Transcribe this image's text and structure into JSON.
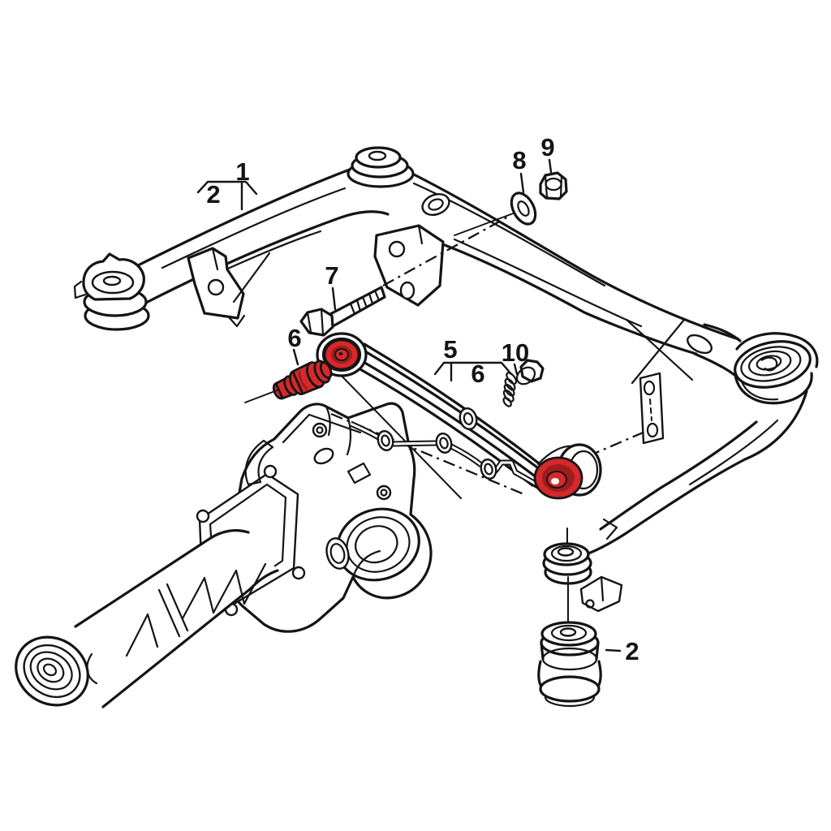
{
  "page": {
    "background": "#ffffff"
  },
  "diagram": {
    "title": "rear-subframe-and-differential-exploded-parts-diagram",
    "ink_color": "#141414",
    "highlight_color": "#d5292b",
    "highlight_shadow": "#a01c1f",
    "callouts": [
      {
        "id": "callout-1",
        "label": "1"
      },
      {
        "id": "callout-2-top",
        "label": "2"
      },
      {
        "id": "callout-5",
        "label": "5"
      },
      {
        "id": "callout-6-mid",
        "label": "6"
      },
      {
        "id": "callout-6-left",
        "label": "6"
      },
      {
        "id": "callout-7",
        "label": "7"
      },
      {
        "id": "callout-8",
        "label": "8"
      },
      {
        "id": "callout-9",
        "label": "9"
      },
      {
        "id": "callout-10",
        "label": "10"
      },
      {
        "id": "callout-2-bottom",
        "label": "2"
      }
    ],
    "highlighted_parts": [
      "bushing-6-standalone",
      "control-arm-front-bushing",
      "control-arm-rear-bushing"
    ]
  }
}
